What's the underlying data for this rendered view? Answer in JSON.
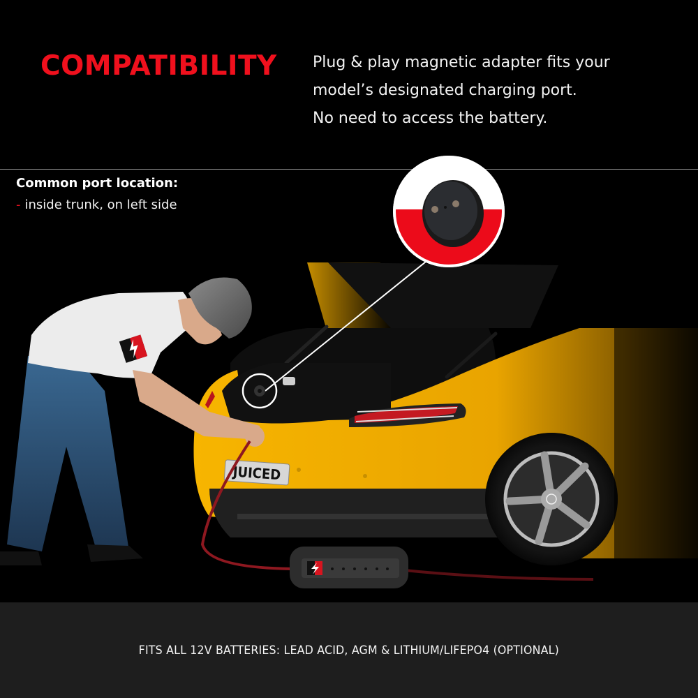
{
  "header": {
    "title": "COMPATIBILITY",
    "description_lines": [
      "Plug & play magnetic adapter fits your",
      "model’s designated charging port.",
      "No need to access the battery."
    ]
  },
  "port_location": {
    "label": "Common port location:",
    "bullet": "-",
    "items": [
      "inside trunk, on left side"
    ]
  },
  "illustration": {
    "license_plate": "JUICED",
    "callout": "magnified-charging-port",
    "brand_logo": "lightning-bolt-logo"
  },
  "footer": {
    "text": "FITS ALL 12V BATTERIES: LEAD ACID, AGM & LITHIUM/LIFEPO4 (OPTIONAL)"
  },
  "colors": {
    "accent_red": "#f0101d",
    "background": "#000000",
    "footer_bg": "#1e1e1e",
    "car_yellow": "#f5b000",
    "text": "#f2f2f2"
  }
}
